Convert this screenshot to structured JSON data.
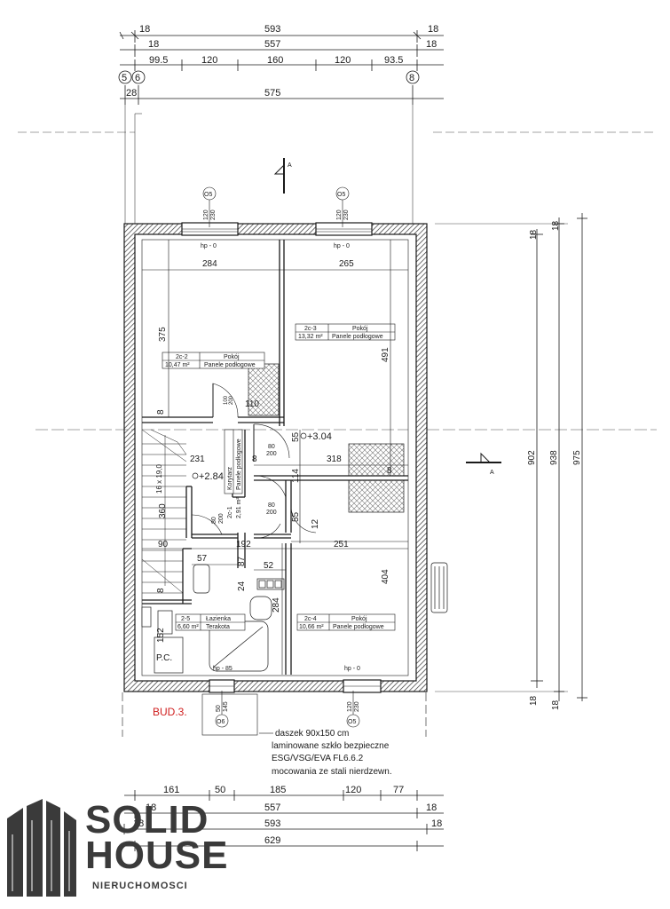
{
  "dims_top": {
    "row1": [
      "18",
      "593",
      "18"
    ],
    "row2": [
      "18",
      "557",
      "18"
    ],
    "row3": [
      "99.5",
      "120",
      "160",
      "120",
      "93.5"
    ],
    "axes": [
      "5",
      "6",
      "8"
    ],
    "row4": [
      "28",
      "575"
    ]
  },
  "dims_right": [
    "18",
    "18",
    "902",
    "938",
    "975",
    "18",
    "18"
  ],
  "dims_bottom": {
    "row1": [
      "161",
      "50",
      "185",
      "120",
      "77"
    ],
    "row2": [
      "18",
      "557",
      "18"
    ],
    "row3": [
      "18",
      "593",
      "18"
    ],
    "row4": [
      "629"
    ]
  },
  "section_marks": [
    "A",
    "A"
  ],
  "windows": [
    {
      "id": "O5",
      "h1": "120",
      "h2": "230",
      "hp": "hp - 0"
    },
    {
      "id": "O5",
      "h1": "120",
      "h2": "230",
      "hp": "hp - 0"
    },
    {
      "id": "O6",
      "h1": "50",
      "h2": "145",
      "hp": "hp - 85"
    },
    {
      "id": "O5",
      "h1": "120",
      "h2": "230",
      "hp": "hp - 0"
    }
  ],
  "rooms": [
    {
      "num": "2c-2",
      "name": "Pokój",
      "area": "10,47 m²",
      "floor": "Panele podłogowe"
    },
    {
      "num": "2c-3",
      "name": "Pokój",
      "area": "13,32 m²",
      "floor": "Panele podłogowe"
    },
    {
      "num": "2-5",
      "name": "Łazienka",
      "area": "6,60 m²",
      "floor": "Terakota"
    },
    {
      "num": "2c-4",
      "name": "Pokój",
      "area": "10,66 m²",
      "floor": "Panele podłogowe"
    },
    {
      "num": "2c-1",
      "name": "Korytarz",
      "area": "2,91 m²",
      "floor": "Panele podłogowe"
    }
  ],
  "interior_dims": {
    "d284": "284",
    "d265": "265",
    "d375": "375",
    "d491": "491",
    "d110": "110",
    "d8a": "8",
    "d8b": "8",
    "d8c": "8",
    "d8d": "8",
    "d231": "231",
    "d318": "318",
    "d55a": "55",
    "d55b": "55",
    "d114": "114",
    "d12": "12",
    "d80a": "80",
    "d200a": "200",
    "d80b": "80",
    "d200b": "200",
    "d80c": "80",
    "d200c": "200",
    "d360": "360",
    "d90": "90",
    "d192": "192",
    "d251": "251",
    "d57": "57",
    "d87": "87",
    "d52": "52",
    "d24": "24",
    "d284b": "284",
    "d404": "404",
    "d152": "152",
    "d100a": "100",
    "d200d": "200"
  },
  "levels": {
    "l1": "+3.04",
    "l2": "+2.84"
  },
  "stairs": "16 x 19,0",
  "pc": "P.C.",
  "building": "BUD.3.",
  "note": [
    "daszek 90x150 cm",
    "laminowane szkło bezpieczne",
    "ESG/VSG/EVA FL6.6.2",
    "mocowania ze stali nierdzewn."
  ],
  "logo": {
    "line1": "SOLID",
    "line2": "HOUSE",
    "sub": "NIERUCHOMOSCI"
  },
  "colors": {
    "line": "#1a1a1a",
    "building": "#d02020",
    "logo": "#3a3a3a"
  }
}
